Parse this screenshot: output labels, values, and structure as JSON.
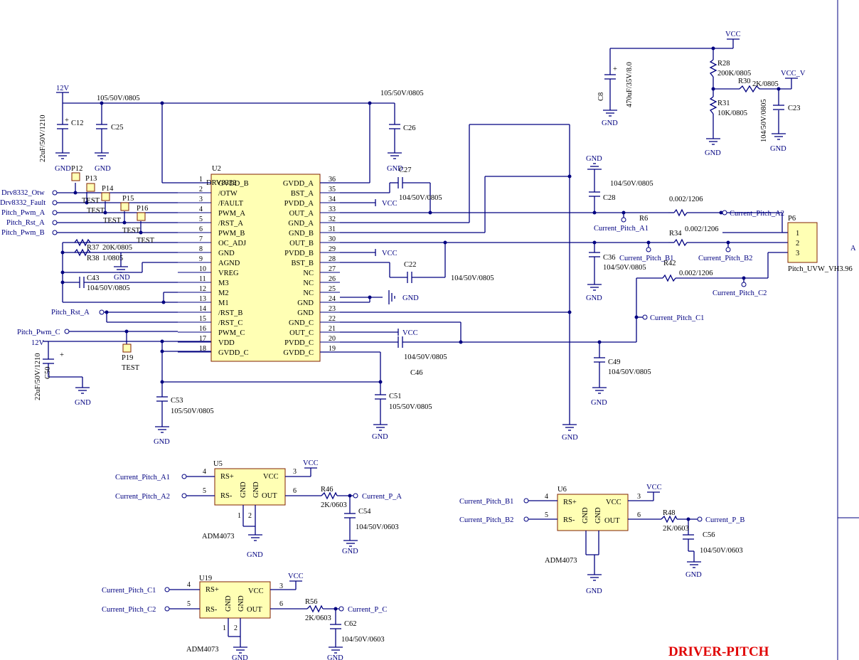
{
  "sheet": {
    "title": "DRIVER-PITCH",
    "zone_letter": "A"
  },
  "power": {
    "vcc": "VCC",
    "vcc_v": "VCC_V",
    "v12": "12V",
    "gnd": "GND"
  },
  "u2": {
    "ref": "U2",
    "part": "DRV8332",
    "left_pins": [
      {
        "num": "1",
        "name": "GVDD_B"
      },
      {
        "num": "2",
        "name": "/OTW"
      },
      {
        "num": "3",
        "name": "/FAULT"
      },
      {
        "num": "4",
        "name": "PWM_A"
      },
      {
        "num": "5",
        "name": "/RST_A"
      },
      {
        "num": "6",
        "name": "PWM_B"
      },
      {
        "num": "7",
        "name": "OC_ADJ"
      },
      {
        "num": "8",
        "name": "GND"
      },
      {
        "num": "9",
        "name": "AGND"
      },
      {
        "num": "10",
        "name": "VREG"
      },
      {
        "num": "11",
        "name": "M3"
      },
      {
        "num": "12",
        "name": "M2"
      },
      {
        "num": "13",
        "name": "M1"
      },
      {
        "num": "14",
        "name": "/RST_B"
      },
      {
        "num": "15",
        "name": "/RST_C"
      },
      {
        "num": "16",
        "name": "PWM_C"
      },
      {
        "num": "17",
        "name": "VDD"
      },
      {
        "num": "18",
        "name": "GVDD_C"
      }
    ],
    "right_pins": [
      {
        "num": "36",
        "name": "GVDD_A"
      },
      {
        "num": "35",
        "name": "BST_A"
      },
      {
        "num": "34",
        "name": "PVDD_A"
      },
      {
        "num": "33",
        "name": "OUT_A"
      },
      {
        "num": "32",
        "name": "GND_A"
      },
      {
        "num": "31",
        "name": "GND_B"
      },
      {
        "num": "30",
        "name": "OUT_B"
      },
      {
        "num": "29",
        "name": "PVDD_B"
      },
      {
        "num": "28",
        "name": "BST_B"
      },
      {
        "num": "27",
        "name": "NC"
      },
      {
        "num": "26",
        "name": "NC"
      },
      {
        "num": "25",
        "name": "NC"
      },
      {
        "num": "24",
        "name": "GND"
      },
      {
        "num": "23",
        "name": "GND"
      },
      {
        "num": "22",
        "name": "GND_C"
      },
      {
        "num": "21",
        "name": "OUT_C"
      },
      {
        "num": "20",
        "name": "PVDD_C"
      },
      {
        "num": "19",
        "name": "GVDD_C"
      }
    ]
  },
  "nets": {
    "drv8332_otw": "Drv8332_Otw",
    "drv8332_fault": "Drv8332_Fault",
    "pitch_pwm_a": "Pitch_Pwm_A",
    "pitch_rst_a": "Pitch_Rst_A",
    "pitch_pwm_b": "Pitch_Pwm_B",
    "pitch_rst_a2": "Pitch_Rst_A",
    "pitch_pwm_c": "Pitch_Pwm_C",
    "current_pitch_a1": "Current_Pitch_A1",
    "current_pitch_a2": "Current_Pitch_A2",
    "current_pitch_b1": "Current_Pitch_B1",
    "current_pitch_b2": "Current_Pitch_B2",
    "current_pitch_c1": "Current_Pitch_C1",
    "current_pitch_c2": "Current_Pitch_C2",
    "current_p_a": "Current_P_A",
    "current_p_b": "Current_P_B",
    "current_p_c": "Current_P_C"
  },
  "components": {
    "c12": {
      "ref": "C12",
      "value": "22uF/50V/1210"
    },
    "c25": {
      "ref": "C25",
      "value": "105/50V/0805"
    },
    "c26": {
      "ref": "C26",
      "value": "105/50V/0805"
    },
    "c27": {
      "ref": "C27",
      "value": "104/50V/0805"
    },
    "c28": {
      "ref": "C28",
      "value": "104/50V/0805"
    },
    "c8": {
      "ref": "C8",
      "value": "470uF/35V/8.0"
    },
    "c23": {
      "ref": "C23",
      "value": "104/50V/0805"
    },
    "c36": {
      "ref": "C36",
      "value": "104/50V/0805"
    },
    "c22": {
      "ref": "C22",
      "value": "104/50V/0805"
    },
    "c43": {
      "ref": "C43",
      "value": "104/50V/0805"
    },
    "c46": {
      "ref": "C46",
      "value": "104/50V/0805"
    },
    "c49": {
      "ref": "C49",
      "value": "104/50V/0805"
    },
    "c50": {
      "ref": "C50",
      "value": "22uF/50V/1210"
    },
    "c51": {
      "ref": "C51",
      "value": "105/50V/0805"
    },
    "c53": {
      "ref": "C53",
      "value": "105/50V/0805"
    },
    "c54": {
      "ref": "C54",
      "value": "104/50V/0603"
    },
    "c56": {
      "ref": "C56",
      "value": "104/50V/0603"
    },
    "c62": {
      "ref": "C62",
      "value": "104/50V/0603"
    },
    "r28": {
      "ref": "R28",
      "value": "200K/0805"
    },
    "r30": {
      "ref": "R30",
      "value": "2K/0805"
    },
    "r31": {
      "ref": "R31",
      "value": "10K/0805"
    },
    "r6": {
      "ref": "R6",
      "value": "0.002/1206"
    },
    "r34": {
      "ref": "R34",
      "value": "0.002/1206"
    },
    "r42": {
      "ref": "R42",
      "value": "0.002/1206"
    },
    "r37": {
      "ref": "R37",
      "value": "20K/0805"
    },
    "r38": {
      "ref": "R38",
      "value": "1/0805"
    },
    "r46": {
      "ref": "R46",
      "value": "2K/0603"
    },
    "r48": {
      "ref": "R48",
      "value": "2K/0603"
    },
    "r56": {
      "ref": "R56",
      "value": "2K/0603"
    },
    "p6": {
      "ref": "P6",
      "value": "Pitch_UVW_VH3.96",
      "pins": [
        "1",
        "2",
        "3"
      ]
    },
    "p12": {
      "ref": "P12"
    },
    "p13": {
      "ref": "P13"
    },
    "p14": {
      "ref": "P14"
    },
    "p15": {
      "ref": "P15"
    },
    "p16": {
      "ref": "P16"
    },
    "p19": {
      "ref": "P19"
    },
    "test": "TEST"
  },
  "amps": {
    "part": "ADM4073",
    "pin_rsp": "RS+",
    "pin_rsn": "RS-",
    "pin_vcc": "VCC",
    "pin_gnd": "GND",
    "pin_out": "OUT",
    "n4": "4",
    "n5": "5",
    "n3": "3",
    "n6": "6",
    "n1": "1",
    "n2": "2",
    "u5": "U5",
    "u6": "U6",
    "u19": "U19"
  }
}
